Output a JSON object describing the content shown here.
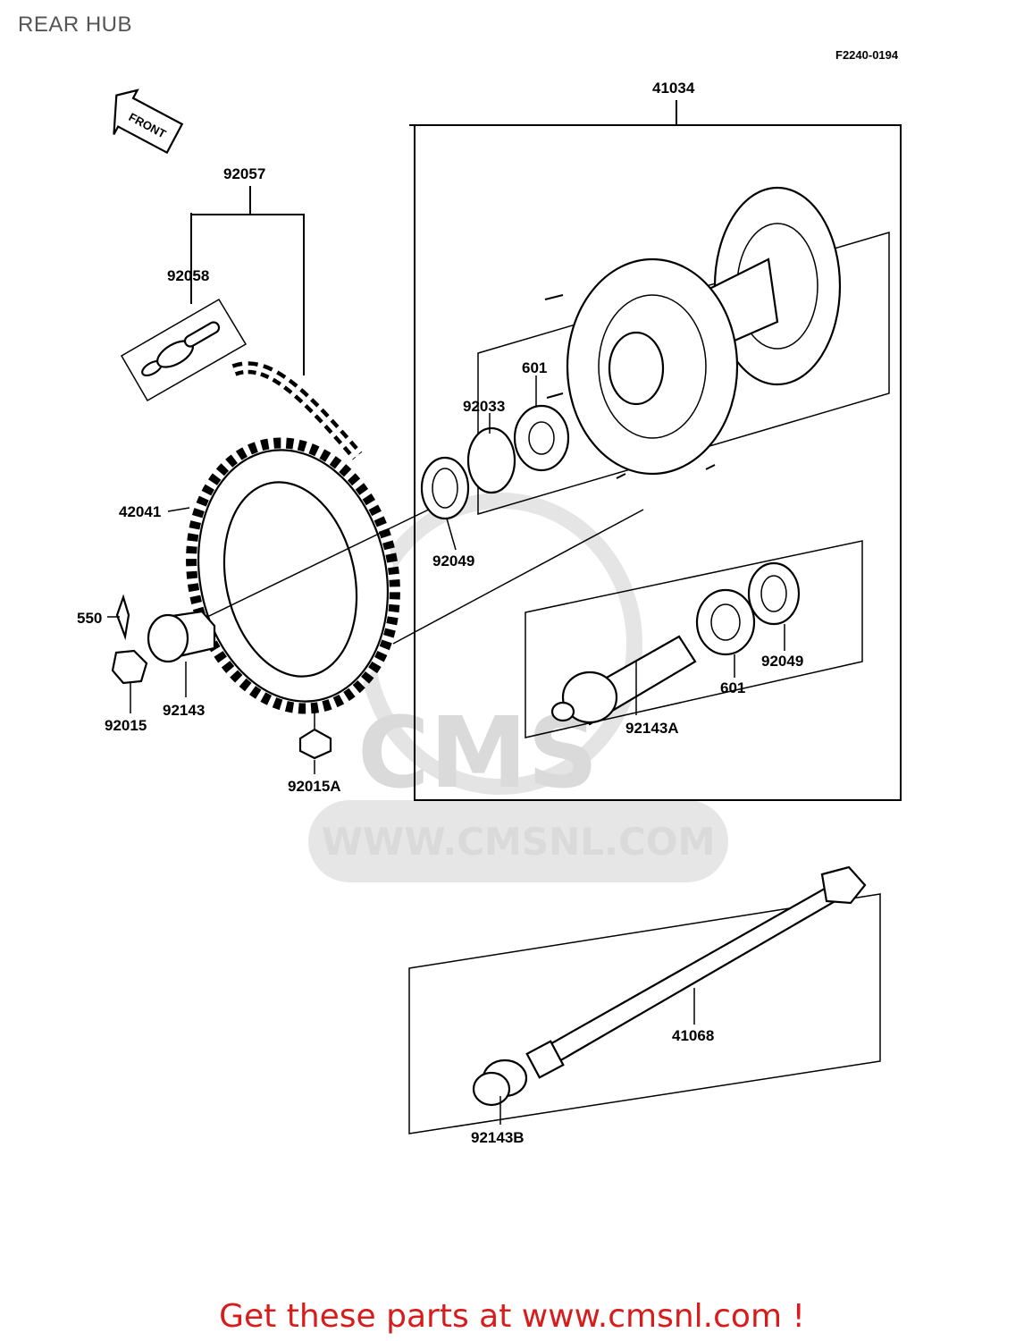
{
  "page": {
    "title": "REAR HUB",
    "figure_code": "F2240-0194",
    "front_arrow_text": "FRONT",
    "footer_text": "Get these parts at www.cmsnl.com !"
  },
  "watermark": {
    "brand": "CMS",
    "url": "WWW.CMSNL.COM"
  },
  "parts": [
    {
      "id": "p41034",
      "label": "41034"
    },
    {
      "id": "p92057",
      "label": "92057"
    },
    {
      "id": "p92058",
      "label": "92058"
    },
    {
      "id": "p601a",
      "label": "601"
    },
    {
      "id": "p92033",
      "label": "92033"
    },
    {
      "id": "p42041",
      "label": "42041"
    },
    {
      "id": "p92049a",
      "label": "92049"
    },
    {
      "id": "p550",
      "label": "550"
    },
    {
      "id": "p92143",
      "label": "92143"
    },
    {
      "id": "p92015",
      "label": "92015"
    },
    {
      "id": "p92015A",
      "label": "92015A"
    },
    {
      "id": "p92049b",
      "label": "92049"
    },
    {
      "id": "p601b",
      "label": "601"
    },
    {
      "id": "p92143A",
      "label": "92143A"
    },
    {
      "id": "p41068",
      "label": "41068"
    },
    {
      "id": "p92143B",
      "label": "92143B"
    }
  ]
}
